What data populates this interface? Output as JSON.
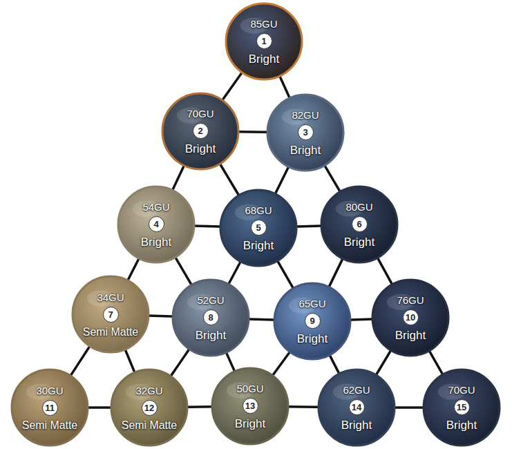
{
  "diagram": {
    "nodes": [
      {
        "text": [
          "85GU",
          "1",
          "Bright"
        ]
      },
      {
        "text": [
          "70GU",
          "2",
          "Bright"
        ]
      },
      {
        "text": [
          "82GU",
          "3",
          "Bright"
        ]
      },
      {
        "text": [
          "54GU",
          "4",
          "Bright"
        ]
      },
      {
        "text": [
          "68GU",
          "5",
          "Bright"
        ]
      },
      {
        "text": [
          "80GU",
          "6",
          "Bright"
        ]
      },
      {
        "text": [
          "34GU",
          "7",
          "Semi Matte"
        ]
      },
      {
        "text": [
          "52GU",
          "8",
          "Bright"
        ]
      },
      {
        "text": [
          "65GU",
          "9",
          "Bright"
        ]
      },
      {
        "text": [
          "76GU",
          "10",
          "Bright"
        ]
      },
      {
        "text": [
          "30GU",
          "11",
          "Semi Matte"
        ]
      },
      {
        "text": [
          "32GU",
          "12",
          "Semi Matte"
        ]
      },
      {
        "text": [
          "50GU",
          "13",
          "Bright"
        ]
      },
      {
        "text": [
          "62GU",
          "14",
          "Bright"
        ]
      },
      {
        "text": [
          "70GU",
          "15",
          "Bright"
        ]
      }
    ],
    "edges": [
      {
        "from": 0,
        "to": 1,
        "arrow": "none"
      },
      {
        "from": 0,
        "to": 2,
        "arrow": "none"
      },
      {
        "from": 1,
        "to": 2,
        "arrow": "none"
      },
      {
        "from": 1,
        "to": 3,
        "arrow": "none"
      },
      {
        "from": 1,
        "to": 4,
        "arrow": "none"
      },
      {
        "from": 2,
        "to": 4,
        "arrow": "none"
      },
      {
        "from": 2,
        "to": 5,
        "arrow": "none"
      },
      {
        "from": 3,
        "to": 4,
        "arrow": "none"
      },
      {
        "from": 4,
        "to": 5,
        "arrow": "none"
      },
      {
        "from": 3,
        "to": 6,
        "arrow": "none"
      },
      {
        "from": 3,
        "to": 7,
        "arrow": "none"
      },
      {
        "from": 4,
        "to": 7,
        "arrow": "none"
      },
      {
        "from": 4,
        "to": 8,
        "arrow": "none"
      },
      {
        "from": 5,
        "to": 8,
        "arrow": "none"
      },
      {
        "from": 5,
        "to": 9,
        "arrow": "none"
      },
      {
        "from": 6,
        "to": 7,
        "arrow": "none"
      },
      {
        "from": 7,
        "to": 8,
        "arrow": "none"
      },
      {
        "from": 8,
        "to": 9,
        "arrow": "none"
      },
      {
        "from": 6,
        "to": 10,
        "arrow": "none"
      },
      {
        "from": 6,
        "to": 11,
        "arrow": "none"
      },
      {
        "from": 7,
        "to": 11,
        "arrow": "none"
      },
      {
        "from": 7,
        "to": 12,
        "arrow": "none"
      },
      {
        "from": 8,
        "to": 12,
        "arrow": "none"
      },
      {
        "from": 8,
        "to": 13,
        "arrow": "none"
      },
      {
        "from": 9,
        "to": 13,
        "arrow": "none"
      },
      {
        "from": 9,
        "to": 14,
        "arrow": "none"
      },
      {
        "from": 10,
        "to": 11,
        "arrow": "none"
      },
      {
        "from": 11,
        "to": 12,
        "arrow": "none"
      },
      {
        "from": 12,
        "to": 13,
        "arrow": "none"
      },
      {
        "from": 13,
        "to": 14,
        "arrow": "none"
      }
    ]
  }
}
